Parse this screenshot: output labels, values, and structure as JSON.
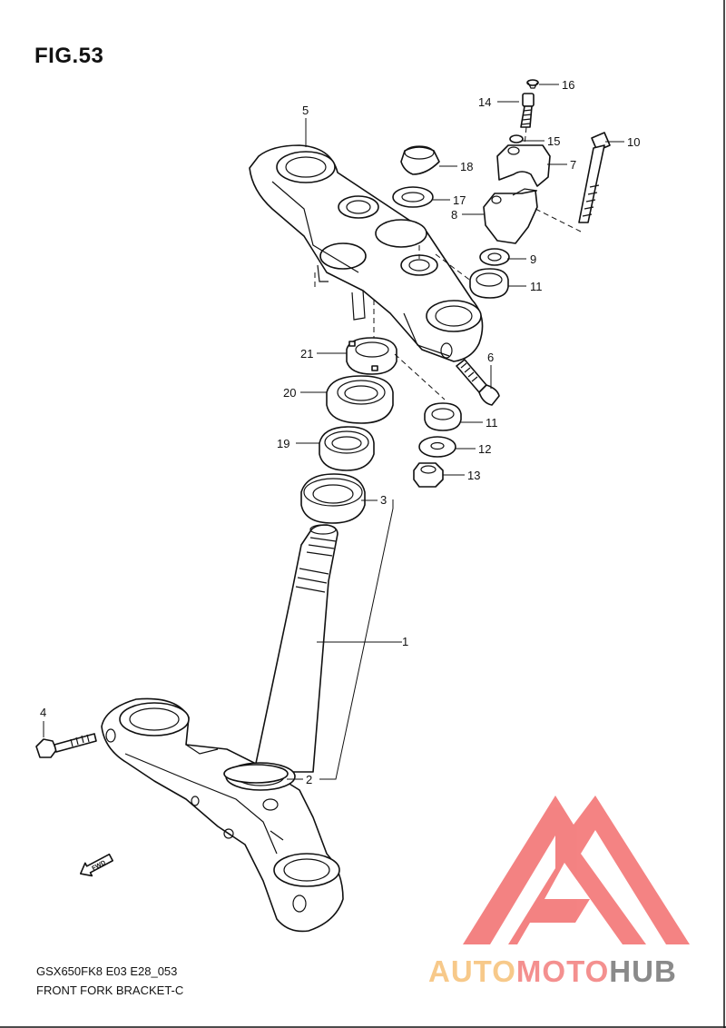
{
  "figure": {
    "title": "FIG.53",
    "code_line1": "GSX650FK8 E03 E28_053",
    "code_line2": "FRONT FORK BRACKET-C",
    "fwd_label": "FWD"
  },
  "callouts": [
    {
      "id": "c1",
      "label": "1"
    },
    {
      "id": "c2",
      "label": "2"
    },
    {
      "id": "c3",
      "label": "3"
    },
    {
      "id": "c4",
      "label": "4"
    },
    {
      "id": "c5",
      "label": "5"
    },
    {
      "id": "c6",
      "label": "6"
    },
    {
      "id": "c7",
      "label": "7"
    },
    {
      "id": "c8",
      "label": "8"
    },
    {
      "id": "c9",
      "label": "9"
    },
    {
      "id": "c10",
      "label": "10"
    },
    {
      "id": "c11a",
      "label": "11"
    },
    {
      "id": "c11b",
      "label": "11"
    },
    {
      "id": "c12",
      "label": "12"
    },
    {
      "id": "c13",
      "label": "13"
    },
    {
      "id": "c14",
      "label": "14"
    },
    {
      "id": "c15",
      "label": "15"
    },
    {
      "id": "c16",
      "label": "16"
    },
    {
      "id": "c17",
      "label": "17"
    },
    {
      "id": "c18",
      "label": "18"
    },
    {
      "id": "c19",
      "label": "19"
    },
    {
      "id": "c20",
      "label": "20"
    },
    {
      "id": "c21",
      "label": "21"
    }
  ],
  "watermark": {
    "part1": "AUTO",
    "part2": "MOTO",
    "part3": "HUB",
    "color1": "#f7c98a",
    "color2": "#f4908f",
    "color3": "#8a8a8a",
    "logo_color": "#f26d6d"
  }
}
